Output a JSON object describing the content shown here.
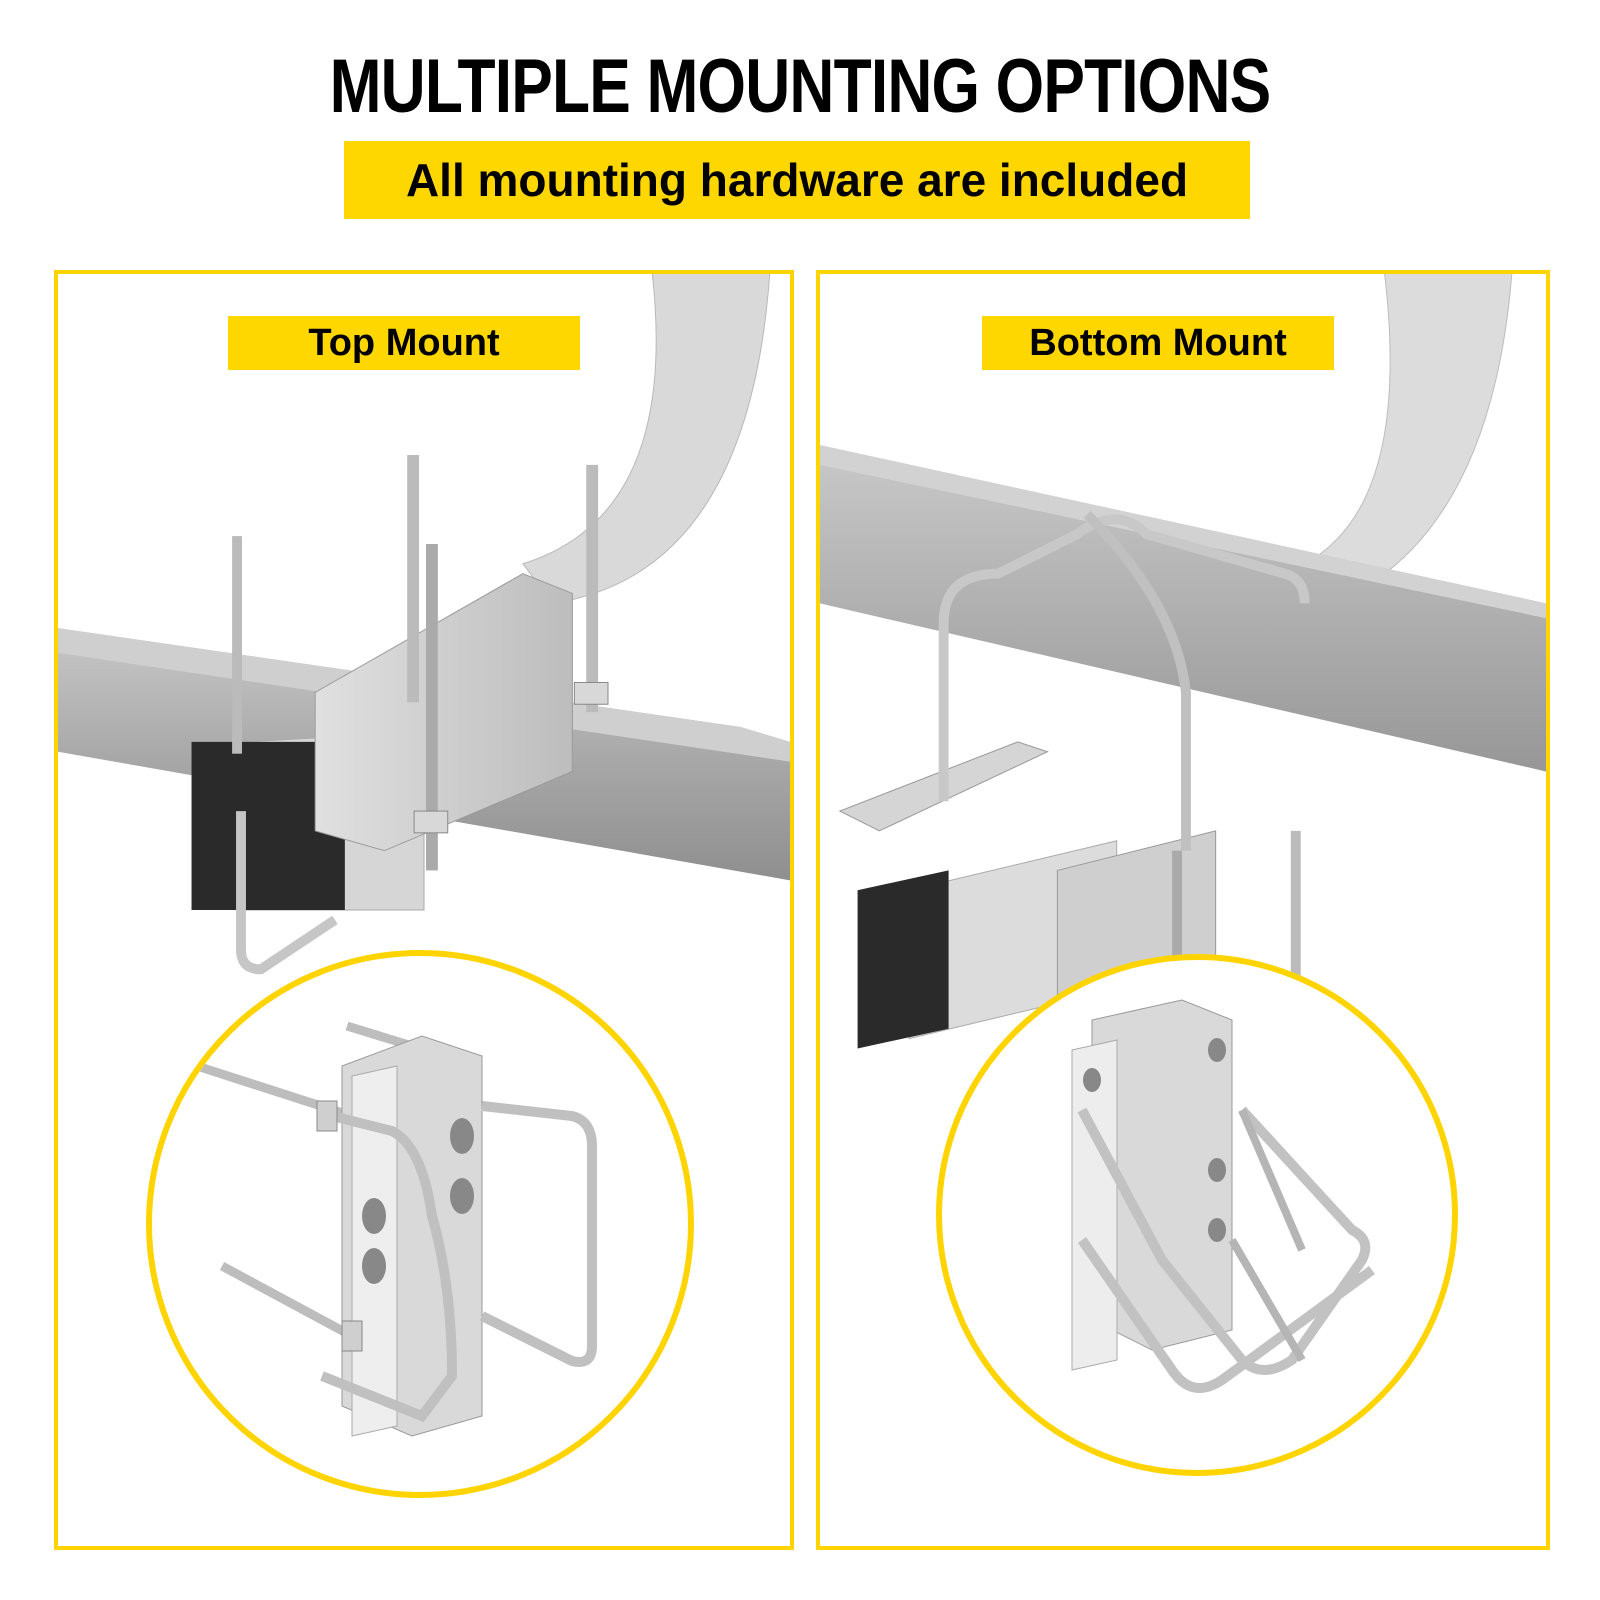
{
  "header": {
    "title": "MULTIPLE MOUNTING OPTIONS",
    "subtitle": "All mounting hardware are included"
  },
  "panels": [
    {
      "label": "Top Mount",
      "photo": "galvanized-square-tube-with-top-bracket-u-bolts",
      "inset": "bracket-with-two-u-bolts-closeup"
    },
    {
      "label": "Bottom Mount",
      "photo": "galvanized-square-tube-with-bottom-bracket-u-bolts",
      "inset": "bracket-with-two-u-bolts-closeup"
    }
  ],
  "colors": {
    "accent_yellow": "#FFD700",
    "border_yellow": "#FFD400",
    "text": "#000000",
    "metal": "#BDBDBD",
    "end_cap": "#2A2A2A"
  }
}
